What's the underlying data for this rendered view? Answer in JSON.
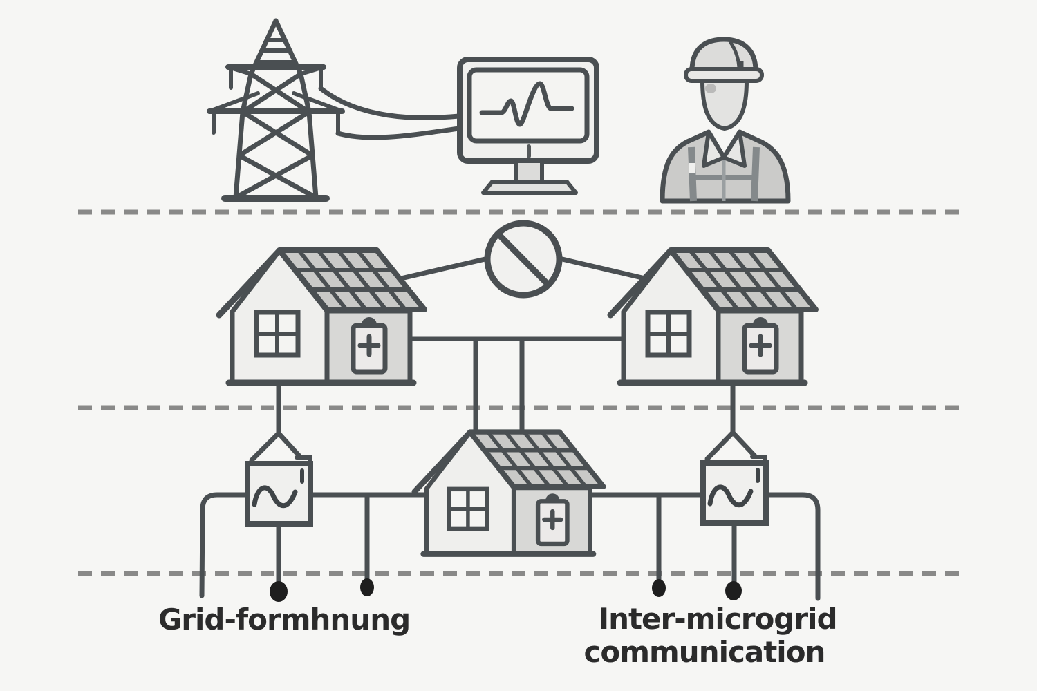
{
  "diagram": {
    "labels": {
      "grid_forming": "Grid-formhnung",
      "inter_microgrid_line1": "Inter-microgrid",
      "inter_microgrid_line2": "communication"
    },
    "sections": {
      "top_layer_icons": [
        "transmission-tower",
        "power-lines",
        "grid-monitor-with-waveform",
        "utility-worker-hard-hat"
      ],
      "middle_layer_icons": [
        "solar-battery-house-left",
        "no-connection-sign",
        "solar-battery-house-right",
        "microgrid-bus"
      ],
      "bottom_layer_icons": [
        "grid-forming-inverter-left",
        "solar-battery-house-center",
        "grid-forming-inverter-right",
        "connection-dots"
      ]
    },
    "colors": {
      "background": "#f6f6f4",
      "line_stroke": "#4a4f52",
      "panel_fill": "#c9c9c7",
      "wall_light": "#efefed",
      "wall_shaded": "#d8d8d6",
      "dashed_line": "#767676",
      "dot": "#1e1e1e",
      "text": "#2b2b2b"
    }
  }
}
